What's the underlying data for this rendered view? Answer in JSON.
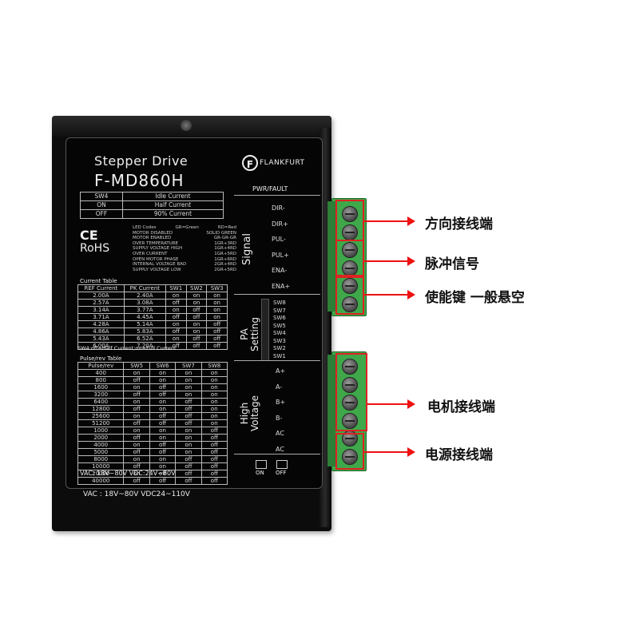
{
  "device": {
    "title": "Stepper Drive",
    "model": "F-MD860H",
    "brand": "FLANKFURT",
    "brand_logo_letter": "F",
    "ce": "CE",
    "rohs": "RoHS",
    "pwr_fault": "PWR/FAULT",
    "signal_label": "Signal",
    "pa_setting": "PA\nSetting",
    "high_voltage": "High\nVoltage",
    "on_label": "ON",
    "off_label": "OFF",
    "voltage_note": "VAC : 18V~80V   VDC24~110V",
    "footer_note": "VAC: 18V~80V  VDC:24V~80V",
    "sw4_note": "SW4:off=Half Current;on=Full Current"
  },
  "sw4_table": [
    [
      "SW4",
      "Idle Current"
    ],
    [
      "ON",
      "Half Current"
    ],
    [
      "OFF",
      "90% Current"
    ]
  ],
  "led_codes": {
    "header": [
      "LED Codes",
      "GR=Green",
      "RD=Red"
    ],
    "rows": [
      [
        "MOTOR DISABLED",
        "SOLID GREEN"
      ],
      [
        "MOTOR ENABLED",
        "GR-GR-GR"
      ],
      [
        "OVER TEMPERATURE",
        "1GR+3RD"
      ],
      [
        "SUPPLY VOLTAGE HIGH",
        "1GR+4RD"
      ],
      [
        "OVER CURRENT",
        "1GR+5RD"
      ],
      [
        "OPEN MOTOR PHASE",
        "1GR+6RD"
      ],
      [
        "INTERNAL VOLTAGE BAD",
        "2GR+4RD"
      ],
      [
        "SUPPLY VOLTAGE LOW",
        "2GR+5RD"
      ]
    ]
  },
  "current_table": {
    "title": "Current Table",
    "headers": [
      "REF Current",
      "PK Current",
      "SW1",
      "SW2",
      "SW3"
    ],
    "rows": [
      [
        "2.00A",
        "2.40A",
        "on",
        "on",
        "on"
      ],
      [
        "2.57A",
        "3.08A",
        "off",
        "on",
        "on"
      ],
      [
        "3.14A",
        "3.77A",
        "on",
        "off",
        "on"
      ],
      [
        "3.71A",
        "4.45A",
        "off",
        "off",
        "on"
      ],
      [
        "4.28A",
        "5.14A",
        "on",
        "on",
        "off"
      ],
      [
        "4.86A",
        "5.83A",
        "off",
        "on",
        "off"
      ],
      [
        "5.43A",
        "6.52A",
        "on",
        "off",
        "off"
      ],
      [
        "6.00A",
        "7.20A",
        "off",
        "off",
        "off"
      ]
    ]
  },
  "pulse_table": {
    "title": "Pulse/rev Table",
    "headers": [
      "Pulse/rev",
      "SW5",
      "SW6",
      "SW7",
      "SW8"
    ],
    "rows": [
      [
        "400",
        "on",
        "on",
        "on",
        "on"
      ],
      [
        "800",
        "off",
        "on",
        "on",
        "on"
      ],
      [
        "1600",
        "on",
        "off",
        "on",
        "on"
      ],
      [
        "3200",
        "off",
        "off",
        "on",
        "on"
      ],
      [
        "6400",
        "on",
        "on",
        "off",
        "on"
      ],
      [
        "12800",
        "off",
        "on",
        "off",
        "on"
      ],
      [
        "25600",
        "on",
        "off",
        "off",
        "on"
      ],
      [
        "51200",
        "off",
        "off",
        "off",
        "on"
      ],
      [
        "1000",
        "on",
        "on",
        "on",
        "off"
      ],
      [
        "2000",
        "off",
        "on",
        "on",
        "off"
      ],
      [
        "4000",
        "on",
        "off",
        "on",
        "off"
      ],
      [
        "5000",
        "off",
        "off",
        "on",
        "off"
      ],
      [
        "8000",
        "on",
        "on",
        "off",
        "off"
      ],
      [
        "10000",
        "off",
        "on",
        "off",
        "off"
      ],
      [
        "20000",
        "on",
        "off",
        "off",
        "off"
      ],
      [
        "40000",
        "off",
        "off",
        "off",
        "off"
      ]
    ]
  },
  "signal_pins": [
    "DIR-",
    "DIR+",
    "PUL-",
    "PUL+",
    "ENA-",
    "ENA+"
  ],
  "dip_switches": [
    "SW8",
    "SW7",
    "SW6",
    "SW5",
    "SW4",
    "SW3",
    "SW2",
    "SW1"
  ],
  "power_pins": [
    "A+",
    "A-",
    "B+",
    "B-",
    "AC",
    "AC"
  ],
  "callouts": {
    "direction": "方向接线端",
    "pulse": "脉冲信号",
    "enable": "使能键 一般悬空",
    "motor": "电机接线端",
    "power": "电源接线端"
  },
  "colors": {
    "terminal_green": "#3fa84a",
    "arrow_red": "#e11111",
    "body_black": "#0c0c0c"
  }
}
